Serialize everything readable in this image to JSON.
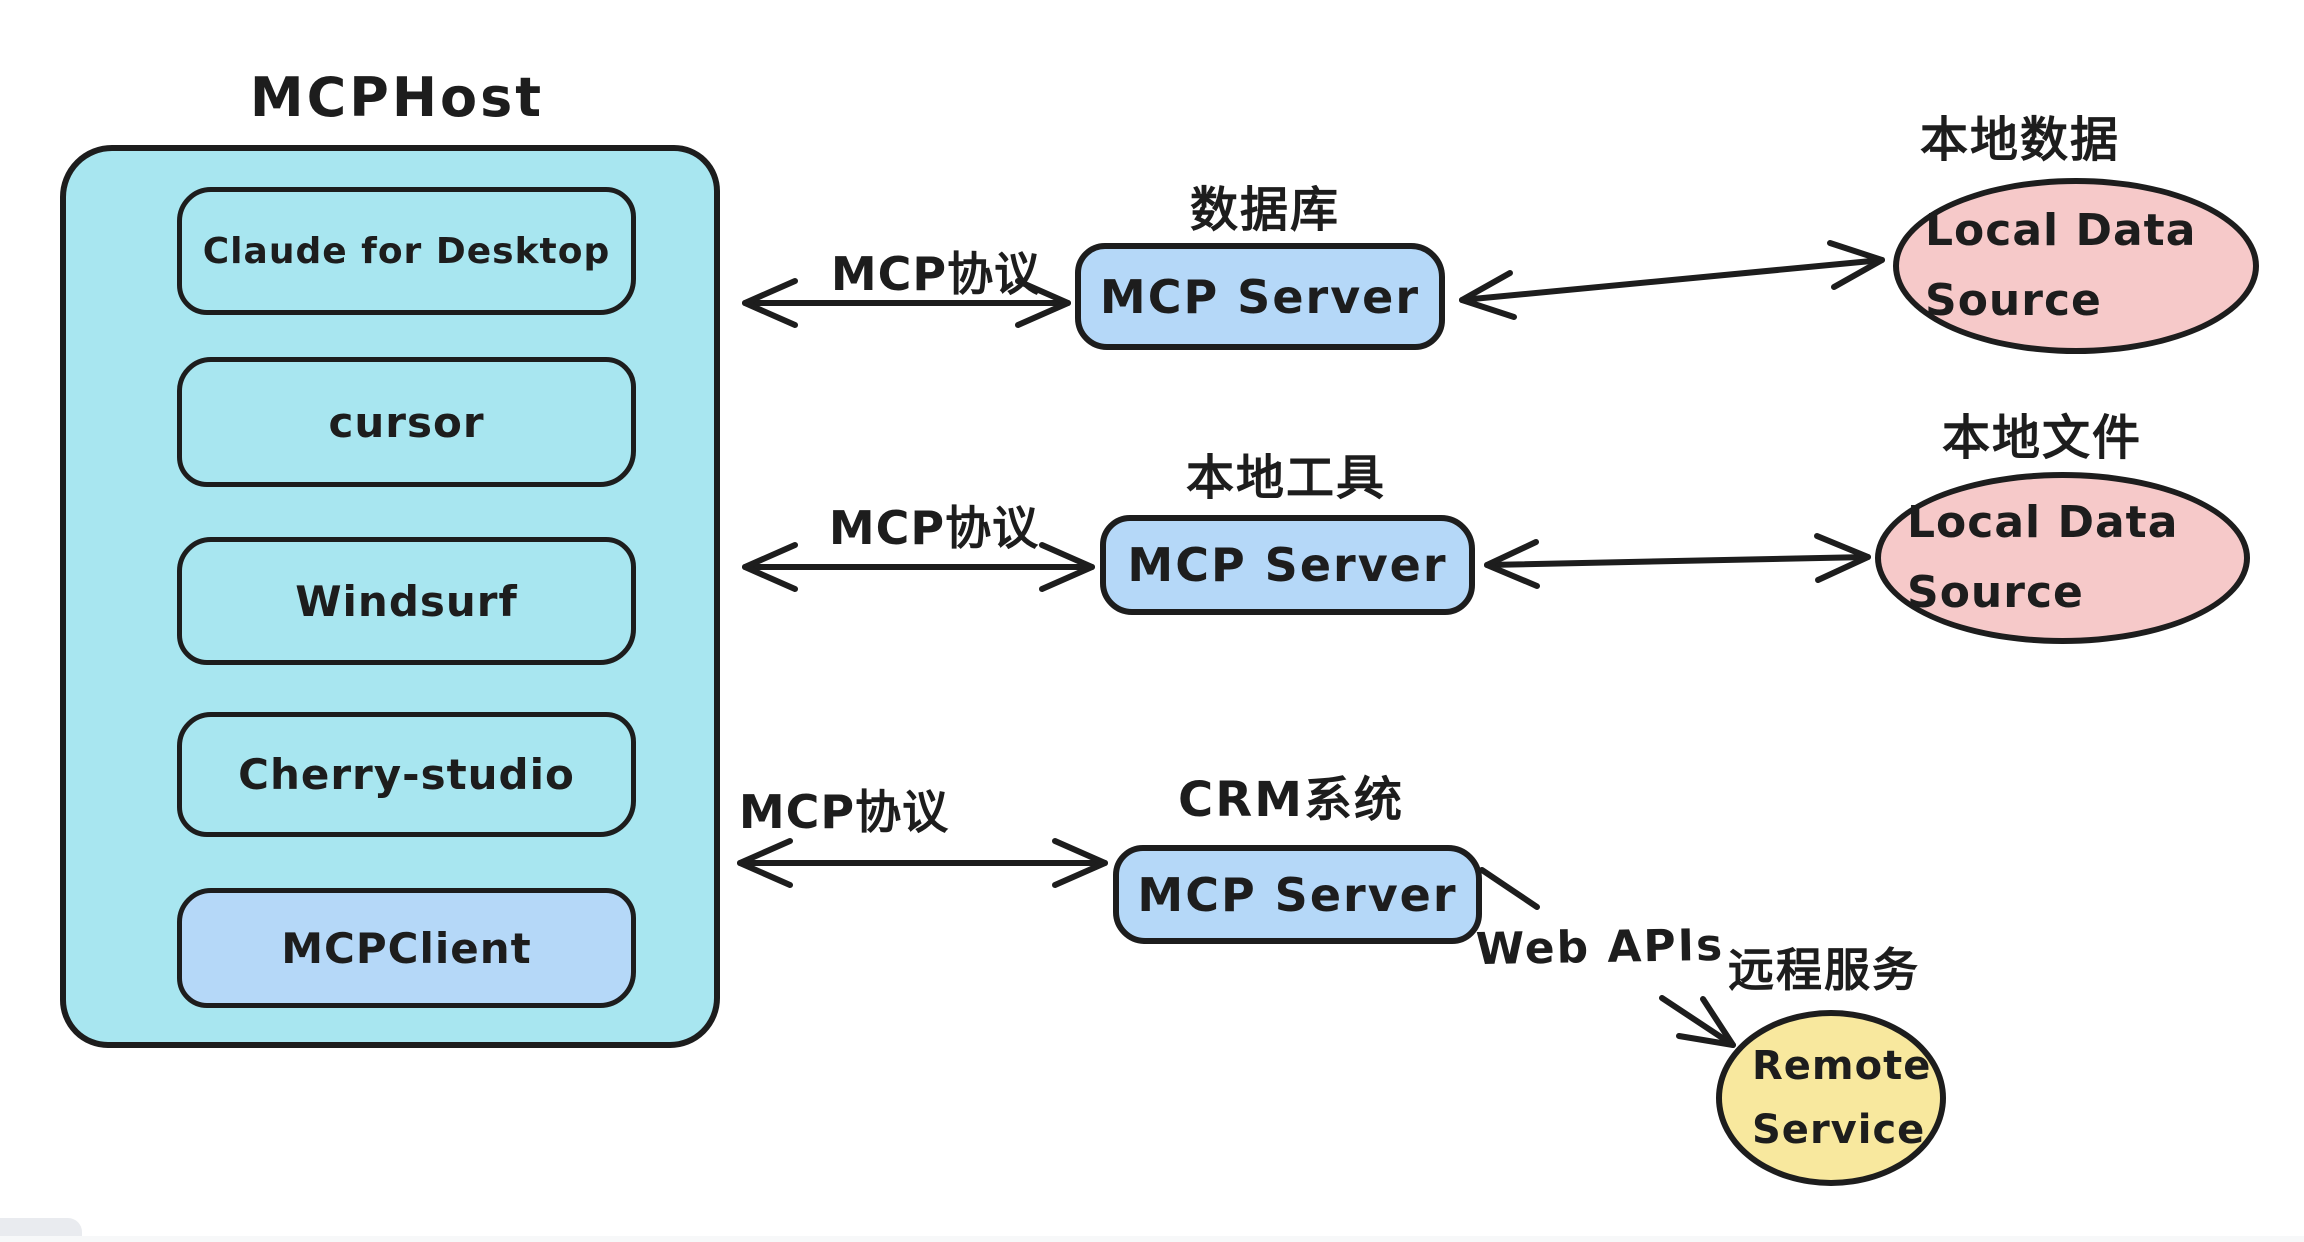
{
  "diagram": {
    "title": "MCPHost",
    "host_clients": [
      {
        "label": "Claude for Desktop"
      },
      {
        "label": "cursor"
      },
      {
        "label": "Windsurf"
      },
      {
        "label": "Cherry-studio"
      },
      {
        "label": "MCPClient"
      }
    ],
    "rows": [
      {
        "protocol": "MCP协议",
        "server_caption": "数据库",
        "server_label": "MCP Server"
      },
      {
        "protocol": "MCP协议",
        "server_caption": "本地工具",
        "server_label": "MCP Server"
      },
      {
        "protocol": "MCP协议",
        "server_caption": "CRM系统",
        "server_label": "MCP Server"
      }
    ],
    "resources": [
      {
        "caption": "本地数据",
        "line1": "Local Data",
        "line2": "Source"
      },
      {
        "caption": "本地文件",
        "line1": "Local Data",
        "line2": "Source"
      },
      {
        "caption": "远程服务",
        "line1": "Remote",
        "line2": "Service"
      }
    ],
    "web_apis_label": "Web APIs",
    "colors": {
      "ink": "#1d1d1d",
      "host_fill": "#a8e6f0",
      "client_highlight_fill": "#b5d8f8",
      "server_fill": "#b5d8f8",
      "local_data_fill": "#f6c9c9",
      "remote_service_fill": "#f8e89e",
      "background": "#ffffff",
      "corner_tab": "#e9ebef"
    }
  }
}
